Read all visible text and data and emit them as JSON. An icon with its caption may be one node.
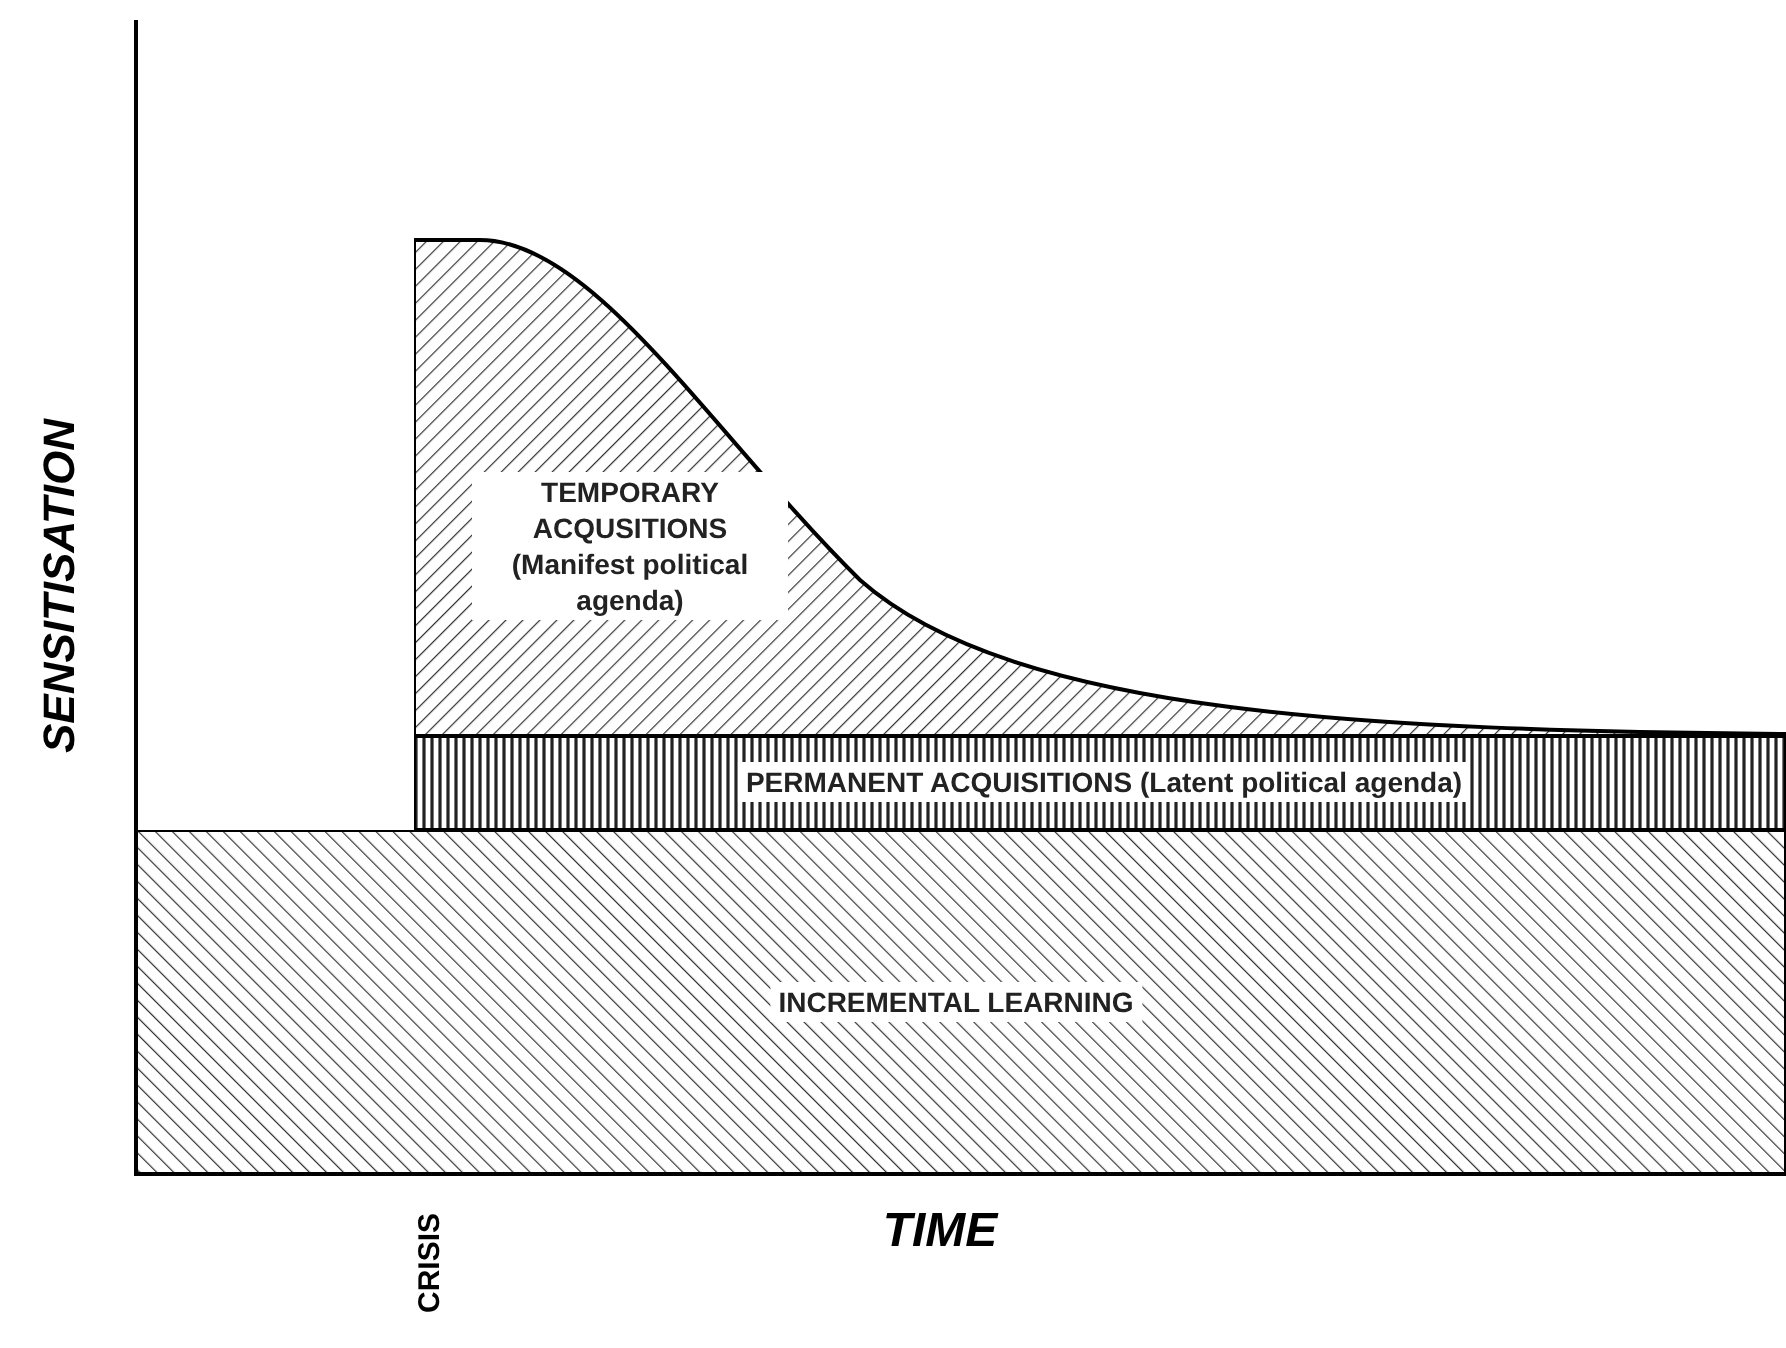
{
  "diagram": {
    "nodes": [
      {
        "text": [
          "TEMPORARY ACQUSITIONS (Manifest political agenda)"
        ]
      },
      {
        "text": [
          "PERMANENT ACQUISITIONS (Latent political agenda)"
        ]
      },
      {
        "text": [
          "INCREMENTAL LEARNING"
        ]
      }
    ],
    "labels": [
      "SENSITISATION",
      "TIME",
      "CRISIS"
    ]
  }
}
